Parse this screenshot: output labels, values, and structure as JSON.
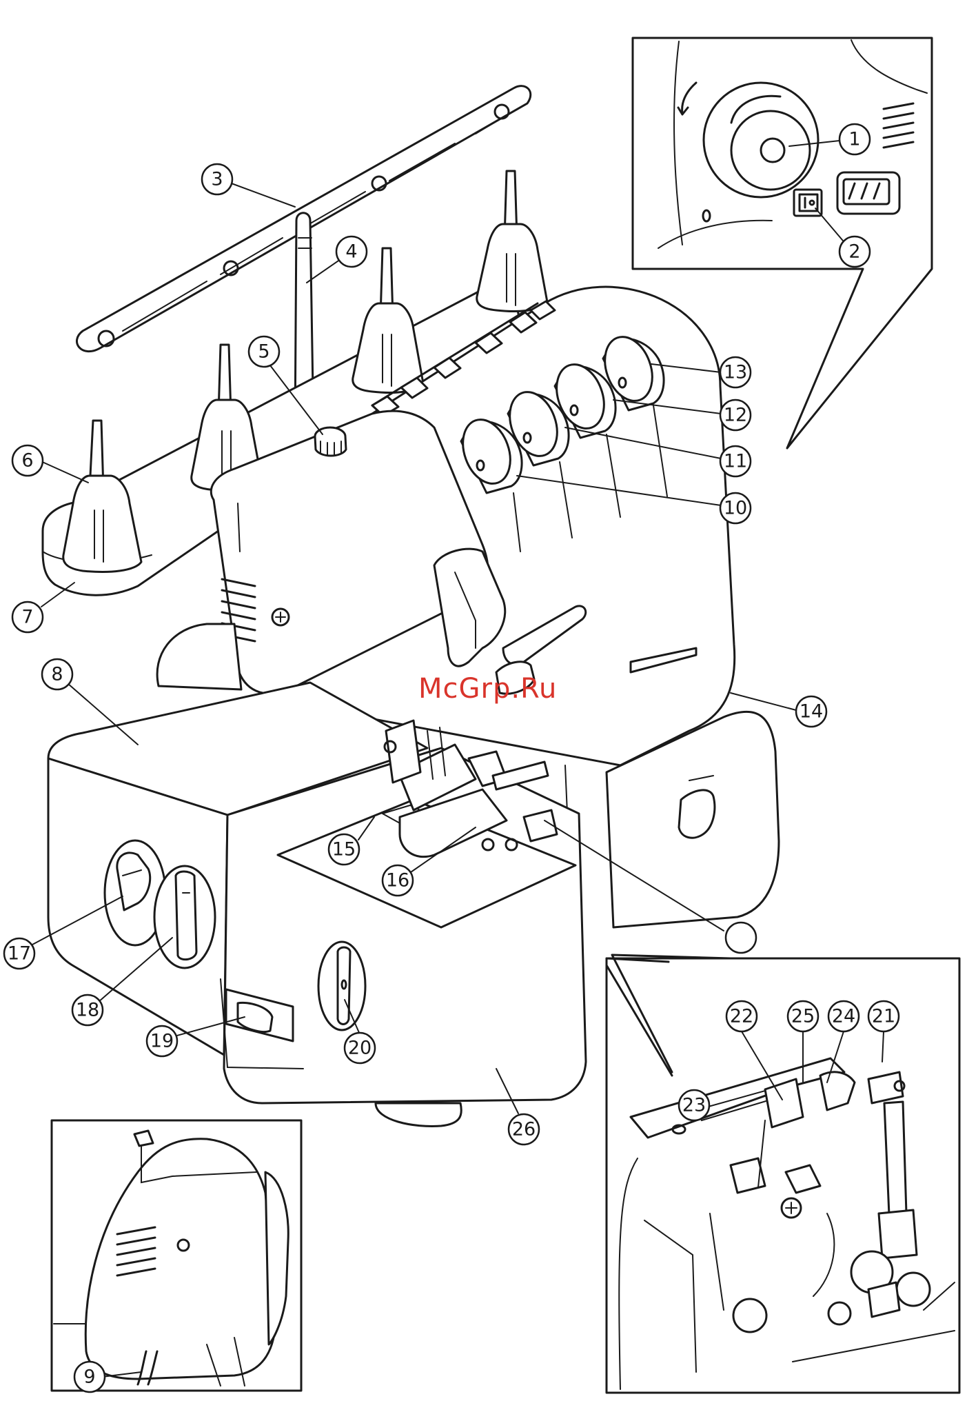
{
  "watermark": "McGrp.Ru",
  "callouts": [
    {
      "id": "c1",
      "label": "1"
    },
    {
      "id": "c2",
      "label": "2"
    },
    {
      "id": "c3",
      "label": "3"
    },
    {
      "id": "c4",
      "label": "4"
    },
    {
      "id": "c5",
      "label": "5"
    },
    {
      "id": "c6",
      "label": "6"
    },
    {
      "id": "c7",
      "label": "7"
    },
    {
      "id": "c8",
      "label": "8"
    },
    {
      "id": "c9",
      "label": "9"
    },
    {
      "id": "c10",
      "label": "10"
    },
    {
      "id": "c11",
      "label": "11"
    },
    {
      "id": "c12",
      "label": "12"
    },
    {
      "id": "c13",
      "label": "13"
    },
    {
      "id": "c14",
      "label": "14"
    },
    {
      "id": "c15",
      "label": "15"
    },
    {
      "id": "c16",
      "label": "16"
    },
    {
      "id": "c17",
      "label": "17"
    },
    {
      "id": "c18",
      "label": "18"
    },
    {
      "id": "c19",
      "label": "19"
    },
    {
      "id": "c20",
      "label": "20"
    },
    {
      "id": "c21",
      "label": "21"
    },
    {
      "id": "c22",
      "label": "22"
    },
    {
      "id": "c23",
      "label": "23"
    },
    {
      "id": "c24",
      "label": "24"
    },
    {
      "id": "c25",
      "label": "25"
    },
    {
      "id": "c26",
      "label": "26"
    },
    {
      "id": "c-blank",
      "label": ""
    }
  ]
}
